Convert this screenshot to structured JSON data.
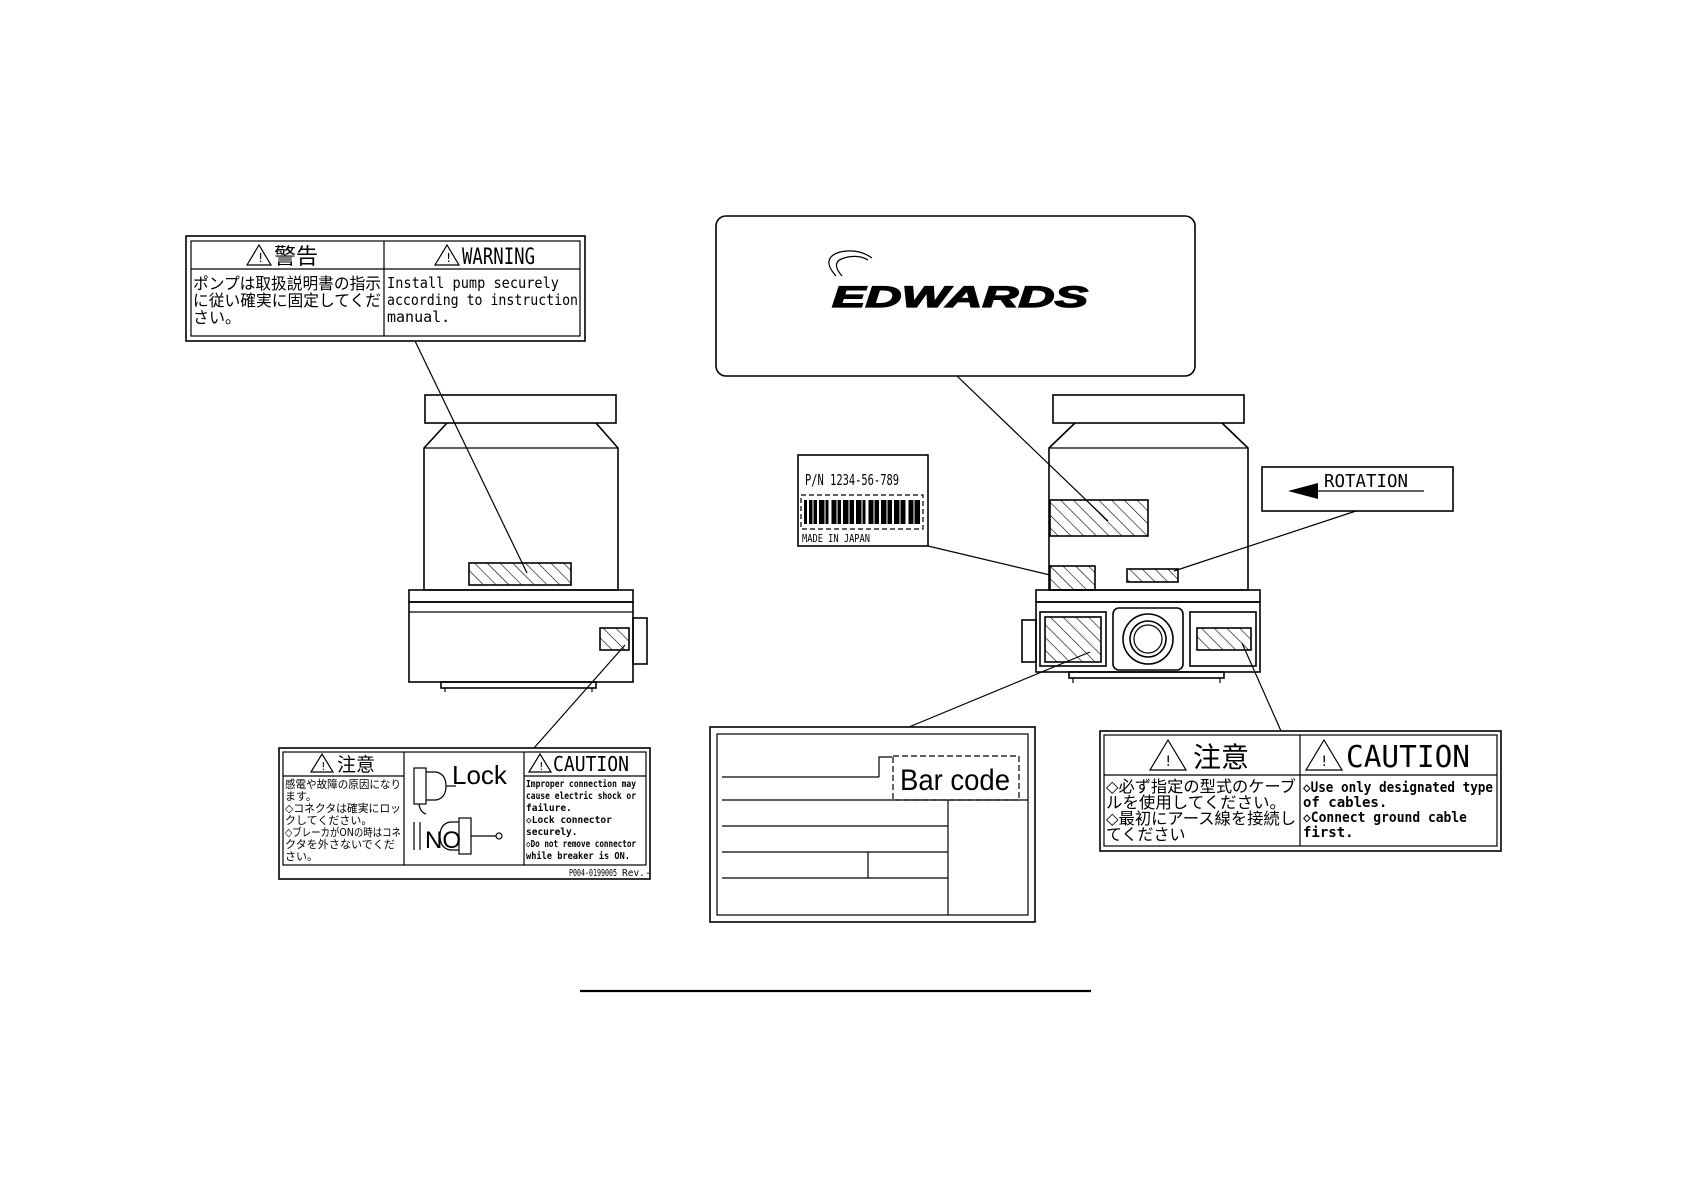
{
  "colors": {
    "line": "#000000",
    "background": "#ffffff"
  },
  "warning_label": {
    "jp_title": "警告",
    "en_title": "WARNING",
    "jp_lines": [
      "ポンプは取扱説明書の指示",
      "に従い確実に固定してくだ",
      "さい。"
    ],
    "en_lines": [
      "Install pump securely",
      "according to instruction",
      "manual."
    ]
  },
  "edwards_label": {
    "brand": "EDWARDS"
  },
  "nameplate": {
    "part_number": "P/N 1234-56-789",
    "origin": "MADE IN JAPAN"
  },
  "rotation_label": {
    "text": "ROTATION"
  },
  "connector_caution": {
    "jp_title": "注意",
    "jp_lines": [
      "感電や故障の原因になり",
      "ます。",
      "◇コネクタは確実にロッ",
      "  クしてください。",
      "◇ブレーカがONの時はコネ",
      "  クタを外さないでくだ",
      "  さい。"
    ],
    "lock_text": "Lock",
    "no_text": "NO",
    "en_title": "CAUTION",
    "en_lines": [
      "Improper connection may",
      "cause electric shock or",
      "failure.",
      "◇Lock connector",
      "  securely.",
      "◇Do not remove connector",
      "  while breaker is ON."
    ],
    "doc_number": "P004-0199005",
    "revision": "Rev.-"
  },
  "barcode_label": {
    "text": "Bar code"
  },
  "cable_caution": {
    "jp_title": "注意",
    "en_title": "CAUTION",
    "jp_lines": [
      "◇必ず指定の型式のケーブ",
      "  ルを使用してください。",
      "◇最初にアース線を接続し",
      "  てください"
    ],
    "en_lines": [
      "◇Use only designated type",
      "  of cables.",
      "◇Connect ground cable",
      "  first."
    ]
  }
}
